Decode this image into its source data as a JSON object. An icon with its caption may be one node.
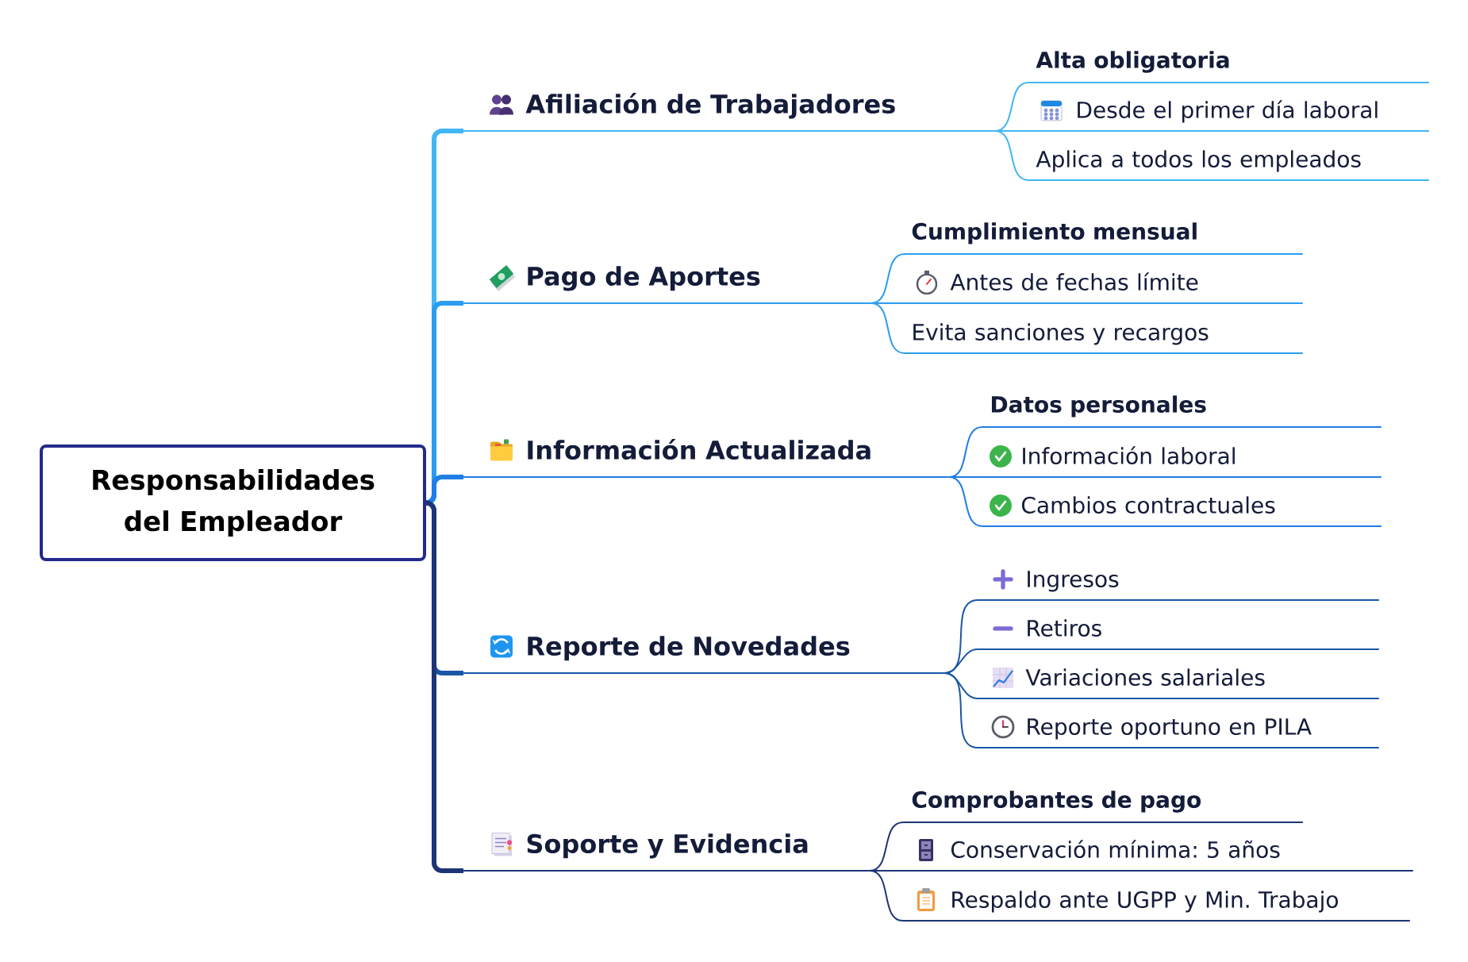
{
  "diagram": {
    "nodes": [
      {
        "text": [
          "Responsabilidades del Empleador"
        ]
      },
      {
        "text": [
          "Afiliación de Trabajadores"
        ]
      },
      {
        "text": [
          "Alta obligatoria"
        ]
      },
      {
        "text": [
          "Desde el primer día laboral"
        ]
      },
      {
        "text": [
          "Aplica a todos los empleados"
        ]
      },
      {
        "text": [
          "Pago de Aportes"
        ]
      },
      {
        "text": [
          "Cumplimiento mensual"
        ]
      },
      {
        "text": [
          "Antes de fechas límite"
        ]
      },
      {
        "text": [
          "Evita sanciones y recargos"
        ]
      },
      {
        "text": [
          "Información Actualizada"
        ]
      },
      {
        "text": [
          "Datos personales"
        ]
      },
      {
        "text": [
          "Información laboral"
        ]
      },
      {
        "text": [
          "Cambios contractuales"
        ]
      },
      {
        "text": [
          "Reporte de Novedades"
        ]
      },
      {
        "text": [
          "Ingresos"
        ]
      },
      {
        "text": [
          "Retiros"
        ]
      },
      {
        "text": [
          "Variaciones salariales"
        ]
      },
      {
        "text": [
          "Reporte oportuno en PILA"
        ]
      },
      {
        "text": [
          "Soporte y Evidencia"
        ]
      },
      {
        "text": [
          "Comprobantes de pago"
        ]
      },
      {
        "text": [
          "Conservación mínima: 5 años"
        ]
      },
      {
        "text": [
          "Respaldo ante UGPP y Min. Trabajo"
        ]
      }
    ],
    "edges": [
      {
        "from": 0,
        "to": 1,
        "arrow": "none",
        "style": "thick",
        "color": "#41b6f4"
      },
      {
        "from": 1,
        "to": 2,
        "arrow": "none",
        "color": "#41b6f4"
      },
      {
        "from": 1,
        "to": 3,
        "arrow": "none",
        "color": "#41b6f4"
      },
      {
        "from": 1,
        "to": 4,
        "arrow": "none",
        "color": "#41b6f4"
      },
      {
        "from": 0,
        "to": 5,
        "arrow": "none",
        "style": "thick",
        "color": "#2a9df0"
      },
      {
        "from": 5,
        "to": 6,
        "arrow": "none",
        "color": "#2a9df0"
      },
      {
        "from": 5,
        "to": 7,
        "arrow": "none",
        "color": "#2a9df0"
      },
      {
        "from": 5,
        "to": 8,
        "arrow": "none",
        "color": "#2a9df0"
      },
      {
        "from": 0,
        "to": 9,
        "arrow": "none",
        "style": "thick",
        "color": "#1f7de6"
      },
      {
        "from": 9,
        "to": 10,
        "arrow": "none",
        "color": "#1f7de6"
      },
      {
        "from": 9,
        "to": 11,
        "arrow": "none",
        "color": "#1f7de6"
      },
      {
        "from": 9,
        "to": 12,
        "arrow": "none",
        "color": "#1f7de6"
      },
      {
        "from": 0,
        "to": 13,
        "arrow": "none",
        "style": "thick",
        "color": "#1957a6"
      },
      {
        "from": 13,
        "to": 14,
        "arrow": "none",
        "color": "#1957a6"
      },
      {
        "from": 13,
        "to": 15,
        "arrow": "none",
        "color": "#1957a6"
      },
      {
        "from": 13,
        "to": 16,
        "arrow": "none",
        "color": "#1957a6"
      },
      {
        "from": 13,
        "to": 17,
        "arrow": "none",
        "color": "#1957a6"
      },
      {
        "from": 0,
        "to": 18,
        "arrow": "none",
        "style": "thick",
        "color": "#1d3576"
      },
      {
        "from": 18,
        "to": 19,
        "arrow": "none",
        "color": "#1d3576"
      },
      {
        "from": 18,
        "to": 20,
        "arrow": "none",
        "color": "#1d3576"
      },
      {
        "from": 18,
        "to": 21,
        "arrow": "none",
        "color": "#1d3576"
      }
    ]
  }
}
